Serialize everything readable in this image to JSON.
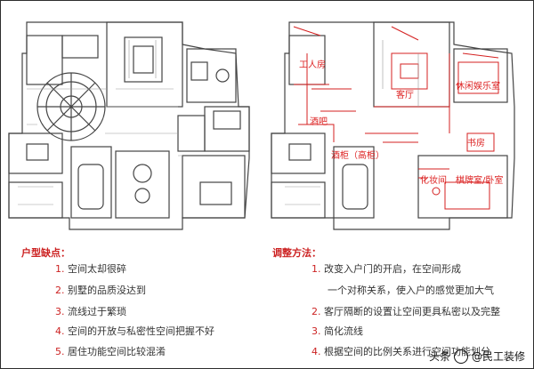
{
  "colors": {
    "accent_red": "#d42020",
    "line": "#444444",
    "light_line": "#8a8a8a"
  },
  "left_plan": {
    "defects_heading": "户型缺点：",
    "defects": [
      {
        "num": "1.",
        "text": "空间太却很碎"
      },
      {
        "num": "2.",
        "text": "别墅的品质没达到"
      },
      {
        "num": "3.",
        "text": "流线过于繁琐"
      },
      {
        "num": "4.",
        "text": "空间的开放与私密性空间把握不好"
      },
      {
        "num": "5.",
        "text": "居住功能空间比较混淆"
      }
    ]
  },
  "right_plan": {
    "room_labels": {
      "worker_room": "工人房",
      "living_room": "客厅",
      "leisure_room": "休闲娱乐室",
      "bar": "酒吧",
      "wine_cabinet": "酒柜（高柜）",
      "study": "书房",
      "powder_room": "化妆间",
      "chess_room": "棋牌室/卧室"
    },
    "method_heading": "调整方法：",
    "methods": [
      {
        "num": "1.",
        "text": "改变入户门的开启，在空间形成"
      },
      {
        "num": "",
        "text": "一个对称关系，使入户的感觉更加大气"
      },
      {
        "num": "2.",
        "text": "客厅隔断的设置让空间更具私密以及完整"
      },
      {
        "num": "3.",
        "text": "简化流线"
      },
      {
        "num": "4.",
        "text": "根据空间的比例关系进行空间功能划分"
      }
    ]
  },
  "watermark": {
    "source": "头条",
    "handle": "@民工装修"
  }
}
